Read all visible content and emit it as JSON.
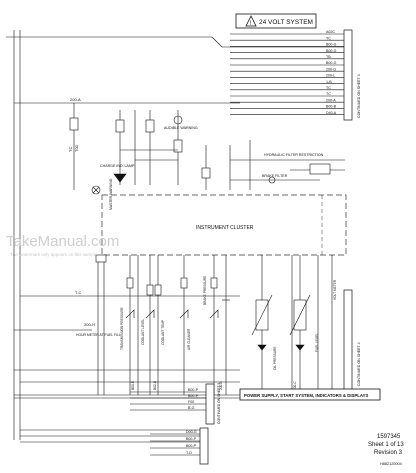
{
  "header": {
    "warning_symbol": "!",
    "system_title": "24 VOLT SYSTEM"
  },
  "connector_top_right": {
    "wires": [
      "A02C",
      "TC",
      "B00-G",
      "B00-G",
      "TB",
      "B00-G",
      "200-G",
      "200-L",
      "1-B",
      "TC",
      "TC",
      "200-A",
      "B00-B",
      "D40-A"
    ],
    "continued_label": "CONTINUED ON SHEET 3"
  },
  "left_bus": {
    "wire_top": "200-A",
    "wire_mid_1": "TC",
    "wire_mid_2": "T00",
    "wire_low": "T-C",
    "wire_bottom": "200-H"
  },
  "components": {
    "charge_ind_lamp": "CHARGE IND. LAMP",
    "audible_warning": "AUDIBLE WARNING",
    "hydraulic_filter": "HYDRAULIC FILTER RESTRICTION",
    "brake_filter": "BRAKE FILTER",
    "master_warning": "MASTER WARNING",
    "instrument_cluster": "INSTRUMENT CLUSTER",
    "hour_meter": "HOUR METER AT FUEL FILL",
    "transmission_pressure": "TRANSMISSION PRESSURE",
    "coolant_level": "COOLANT LEVEL",
    "coolant_temp": "COOLANT TEMP",
    "air_cleaner": "AIR CLEANER",
    "brake_pressure": "BRAKE PRESSURE",
    "oil_pressure": "OIL PRESSURE",
    "fuel_level": "FUEL LEVEL",
    "voltmeter": "VOLT METER",
    "sensor_wire_a": "B00-E",
    "sensor_wire_b": "B02-D",
    "sensor_wire_c": "200-B",
    "sensor_wire_d": "200-C"
  },
  "connector_right_mid": {
    "continued_label": "CONTINUED ON SHEET 4"
  },
  "connector_bottom_mid": {
    "wires": [
      "B00-P",
      "B00-P",
      "F00",
      "B-G"
    ],
    "continued_label": "CONTINUED ON SHEET 3"
  },
  "connector_bottom": {
    "wires": [
      "D00-G",
      "B00-P",
      "B00-P",
      "T-D"
    ]
  },
  "section_title": "POWER SUPPLY, START SYSTEM, INDICATORS & DISPLAYS",
  "watermark": {
    "main": "TakeManual.com",
    "sub": "The watermark only appears on this sample"
  },
  "title_block": {
    "drawing_number": "1597345",
    "sheet": "Sheet 1 of 13",
    "revision": "Revision 3",
    "ref_id": "H882120004"
  },
  "colors": {
    "line": "#1a1a1a",
    "dashed": "#333333",
    "watermark": "#c9c9c9"
  }
}
